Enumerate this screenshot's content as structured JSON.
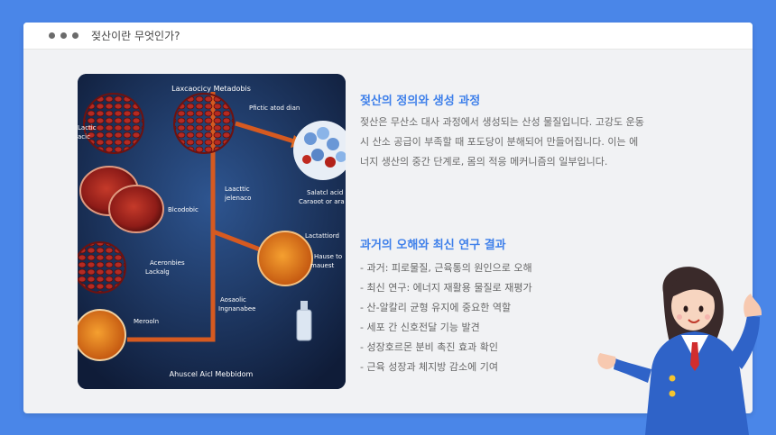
{
  "window": {
    "title": "젖산이란 무엇인가?"
  },
  "figure": {
    "labels": {
      "title": "Laxcaocicy Metadobis",
      "pfictic": "Pfictic atod dian",
      "lacte": "Lactic",
      "acte2": "acic",
      "salatic": "Salatcl acid",
      "carose": "Caraoot or ara",
      "lactic2": "Laacttic",
      "jalenaco": "jelenaco",
      "bicodobic": "Blcodobic",
      "lactatiord": "Lactattiord",
      "acerobies": "Aceronbies",
      "lacktig": "Lackalg",
      "hause": "Hause to",
      "meaust": "mauest",
      "asosolic": "Aosaolic",
      "ingranabee": "Ingnanabee",
      "merolin": "Merooln",
      "bottom": "Ahuscel Aicl Mebbidom"
    }
  },
  "section1": {
    "title": "젖산의 정의와 생성 과정",
    "lines": [
      "젖산은 무산소 대사 과정에서 생성되는 산성 물질입니다. 고강도 운동",
      "시 산소 공급이 부족할 때 포도당이 분해되어 만들어집니다. 이는 에",
      "너지 생산의 중간 단계로, 몸의 적응 메커니즘의 일부입니다."
    ]
  },
  "section2": {
    "title": "과거의 오해와 최신 연구 결과",
    "items": [
      "- 과거: 피로물질, 근육통의 원인으로 오해",
      "- 최신 연구: 에너지 재활용 물질로 재평가",
      "- 산-알칼리 균형 유지에 중요한 역할",
      "- 세포 간 신호전달 기능 발견",
      "- 성장호르몬 분비 촉진 효과 확인",
      "- 근육 성장과 체지방 감소에 기여"
    ]
  }
}
